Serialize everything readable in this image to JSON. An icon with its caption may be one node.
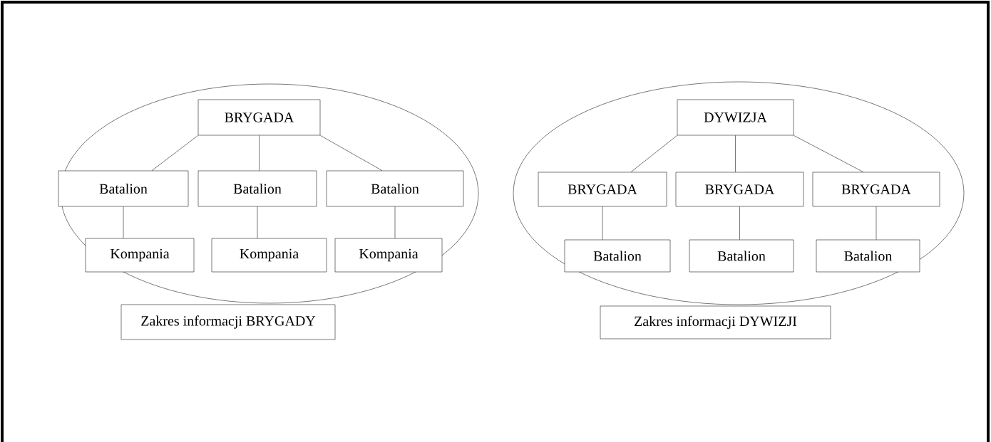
{
  "diagram": {
    "nodes": [
      {
        "text": [],
        "shape": "ellipse"
      },
      {
        "text": [
          "BRYGADA"
        ],
        "in": 0
      },
      {
        "text": [
          "Batalion"
        ],
        "in": 0
      },
      {
        "text": [
          "Batalion"
        ],
        "in": 0
      },
      {
        "text": [
          "Batalion"
        ],
        "in": 0
      },
      {
        "text": [
          "Kompania"
        ],
        "in": 0
      },
      {
        "text": [
          "Kompania"
        ],
        "in": 0
      },
      {
        "text": [
          "Kompania"
        ],
        "in": 0
      },
      {
        "text": [
          "Zakres informacji BRYGADY"
        ]
      },
      {
        "text": [],
        "shape": "ellipse"
      },
      {
        "text": [
          "DYWIZJA"
        ],
        "in": 9
      },
      {
        "text": [
          "BRYGADA"
        ],
        "in": 9
      },
      {
        "text": [
          "BRYGADA"
        ],
        "in": 9
      },
      {
        "text": [
          "BRYGADA"
        ],
        "in": 9
      },
      {
        "text": [
          "Batalion"
        ],
        "in": 9
      },
      {
        "text": [
          "Batalion"
        ],
        "in": 9
      },
      {
        "text": [
          "Batalion"
        ],
        "in": 9
      },
      {
        "text": [
          "Zakres informacji DYWIZJI"
        ]
      }
    ],
    "edges": [
      {
        "from": 1,
        "to": 2,
        "arrow": "none"
      },
      {
        "from": 1,
        "to": 3,
        "arrow": "none"
      },
      {
        "from": 1,
        "to": 4,
        "arrow": "none"
      },
      {
        "from": 2,
        "to": 5,
        "arrow": "none"
      },
      {
        "from": 3,
        "to": 6,
        "arrow": "none"
      },
      {
        "from": 4,
        "to": 7,
        "arrow": "none"
      },
      {
        "from": 10,
        "to": 11,
        "arrow": "none"
      },
      {
        "from": 10,
        "to": 12,
        "arrow": "none"
      },
      {
        "from": 10,
        "to": 13,
        "arrow": "none"
      },
      {
        "from": 11,
        "to": 14,
        "arrow": "none"
      },
      {
        "from": 12,
        "to": 15,
        "arrow": "none"
      },
      {
        "from": 13,
        "to": 16,
        "arrow": "none"
      }
    ]
  }
}
